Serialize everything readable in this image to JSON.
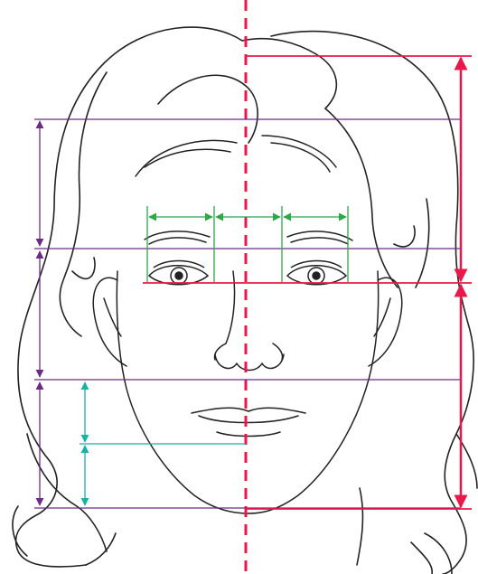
{
  "figure": {
    "subject": "face-proportions-line-drawing",
    "colors": {
      "background": "#ffffff",
      "outline": "#222222",
      "center_axis": "#e8194a",
      "vertical_halves": "#e8194a",
      "thirds": "#6b2c86",
      "eye_widths": "#2ca84a",
      "lower_face": "#16b3a3"
    },
    "guides": {
      "center_axis": "dashed-vertical",
      "facial_thirds_count": 3,
      "eye_width_segments_count": 3,
      "lower_face_segments_count": 2,
      "vertical_halves_count": 2
    }
  }
}
